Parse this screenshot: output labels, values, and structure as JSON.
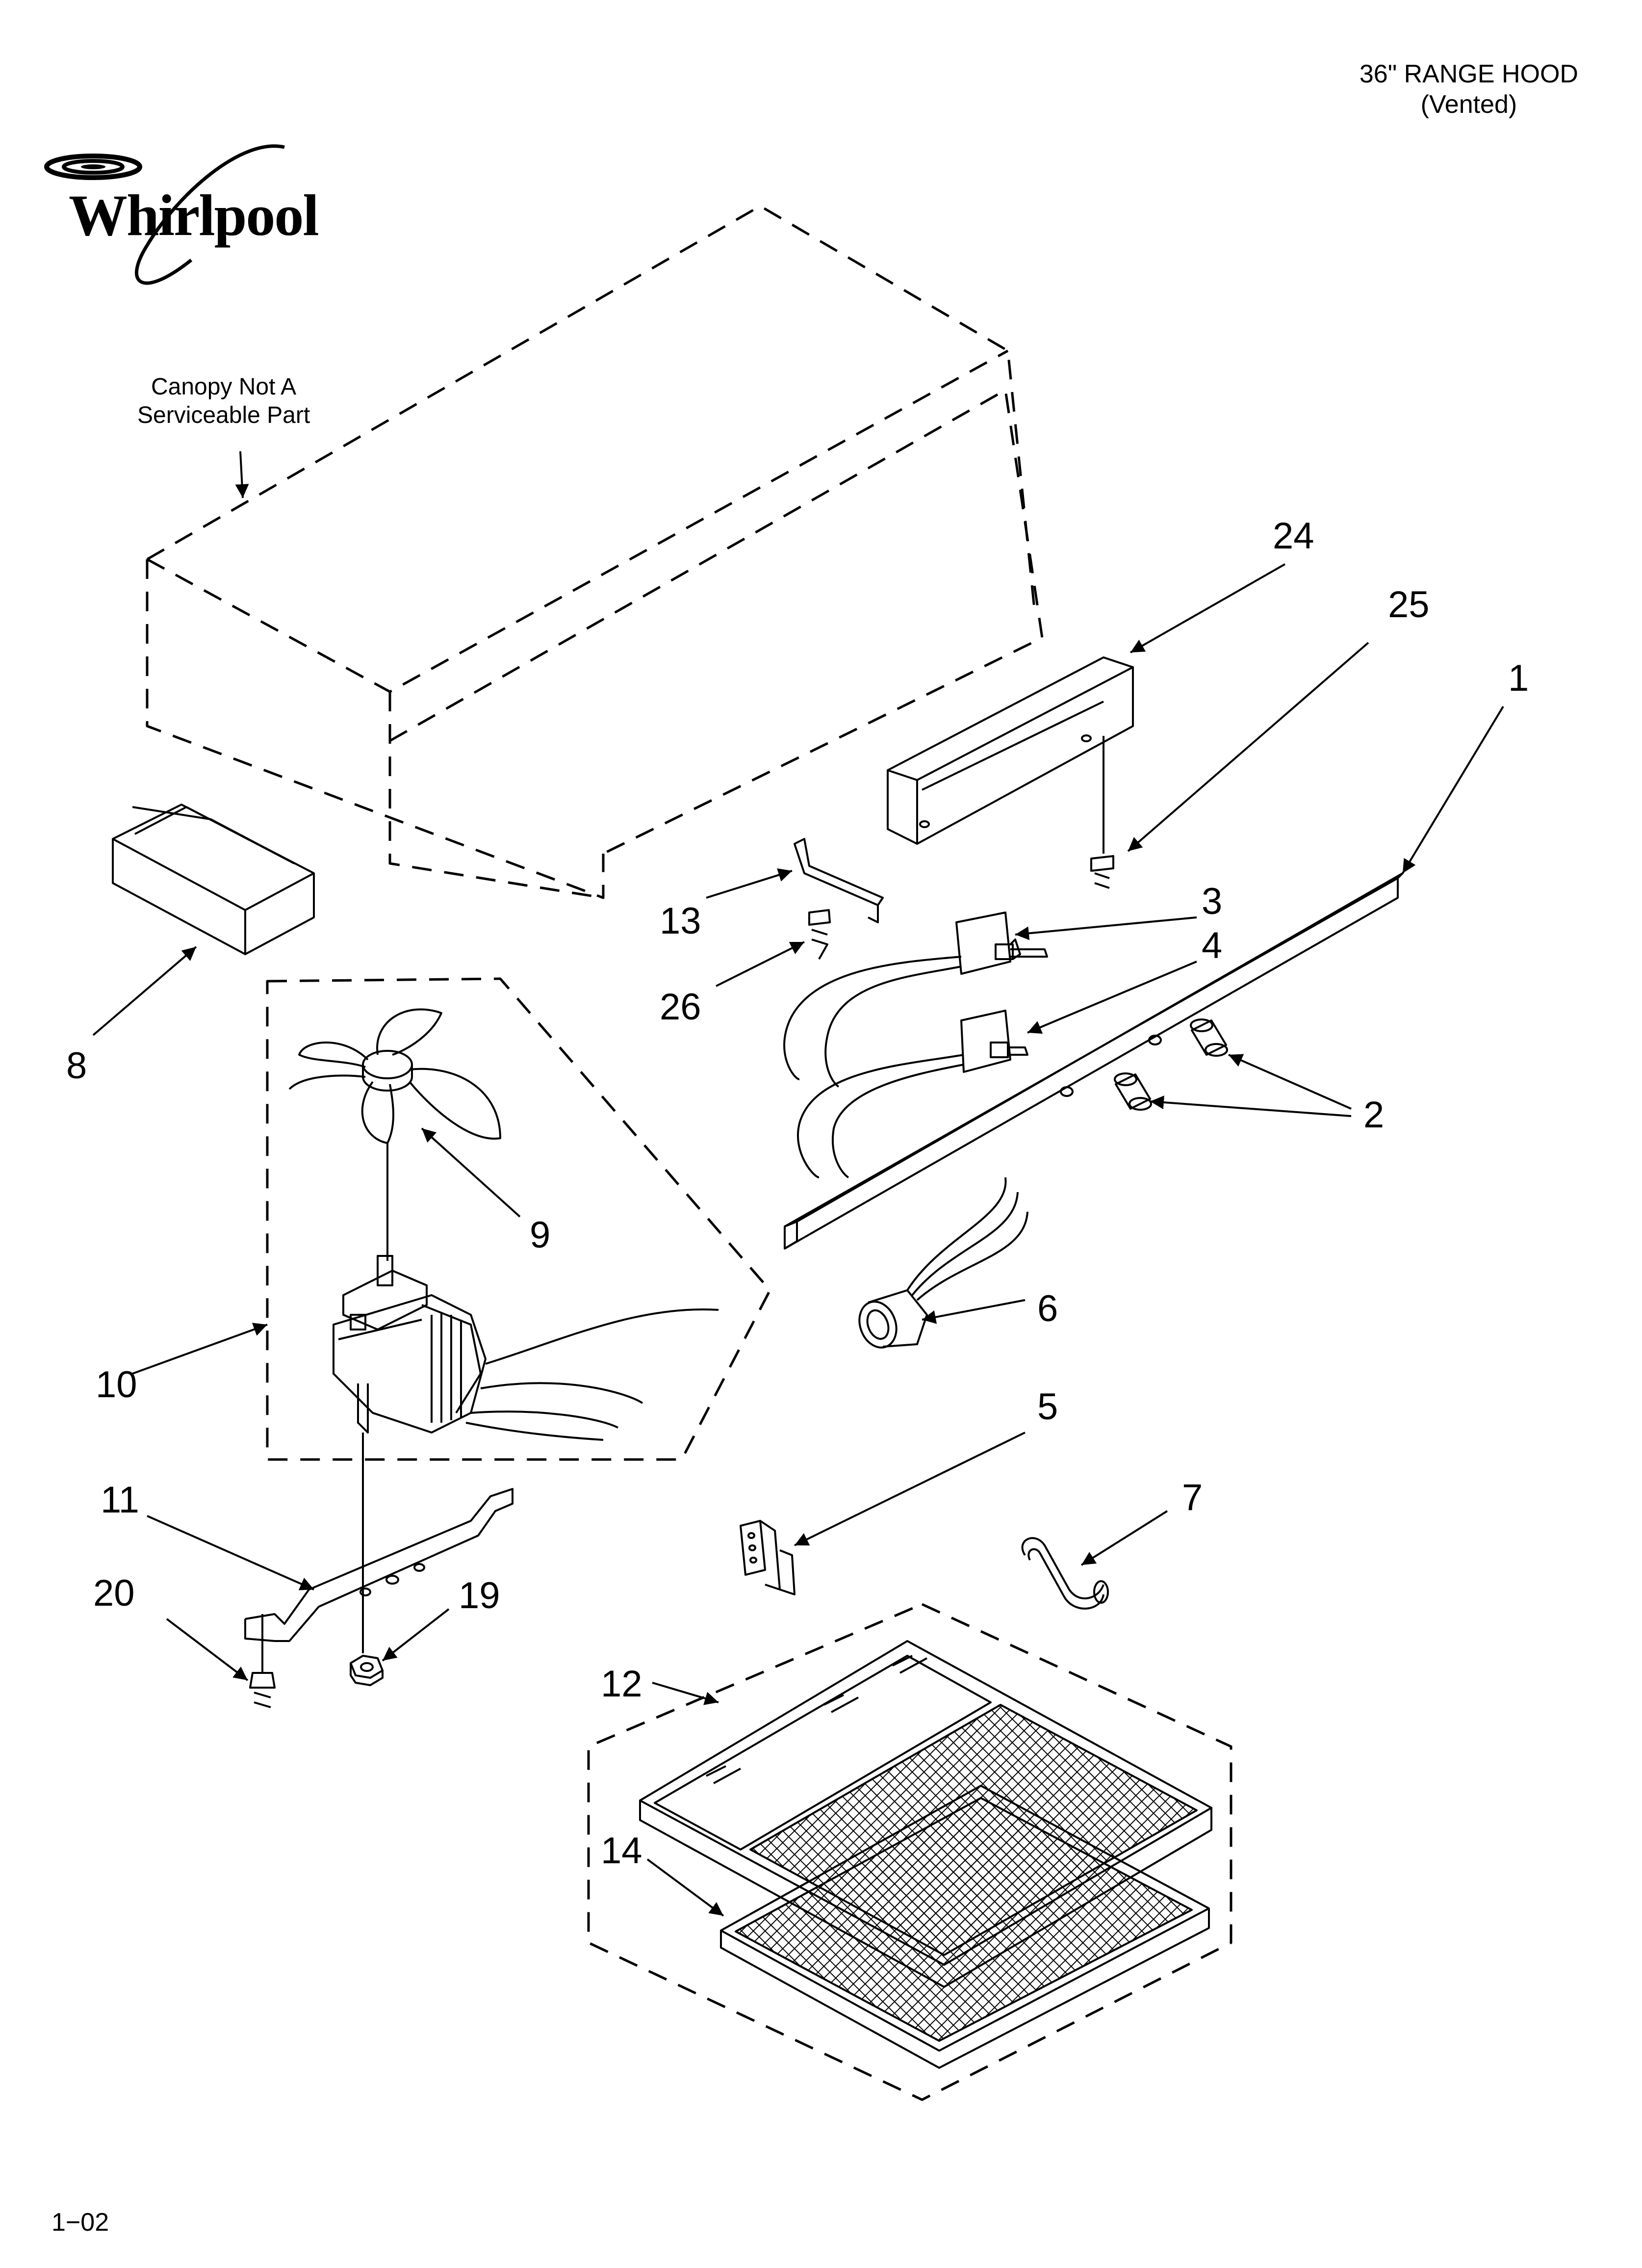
{
  "header": {
    "line1": "36\" RANGE HOOD",
    "line2": "(Vented)"
  },
  "brand": {
    "logo_text": "Whirlpool"
  },
  "canopy_note": {
    "line1": "Canopy Not A",
    "line2": "Serviceable Part"
  },
  "callouts": {
    "n1": "1",
    "n2": "2",
    "n3": "3",
    "n4": "4",
    "n5": "5",
    "n6": "6",
    "n7": "7",
    "n8": "8",
    "n9": "9",
    "n10": "10",
    "n11": "11",
    "n12": "12",
    "n13": "13",
    "n14": "14",
    "n19": "19",
    "n20": "20",
    "n24": "24",
    "n25": "25",
    "n26": "26"
  },
  "footer": {
    "code": "1−02"
  },
  "colors": {
    "ink": "#000000",
    "paper": "#ffffff"
  }
}
